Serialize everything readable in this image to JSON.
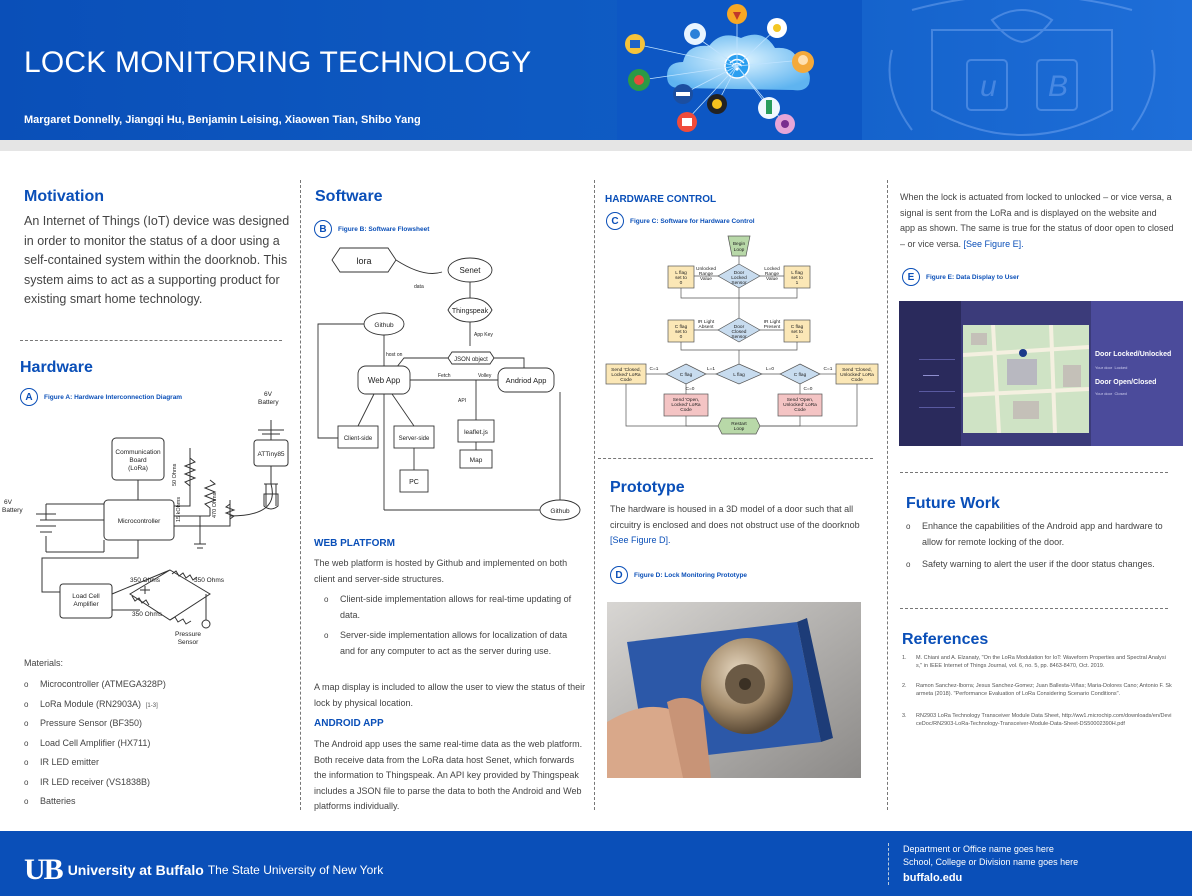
{
  "header": {
    "title": "LOCK MONITORING TECHNOLOGY",
    "authors": "Margaret Donnelly, Jiangqi Hu, Benjamin Leising, Xiaowen Tian, Shibo Yang"
  },
  "motivation": {
    "heading": "Motivation",
    "text": "An Internet of Things (IoT) device was designed in order to monitor the status of a door using a self-contained system within the doorknob. This system aims to act as a supporting product for existing smart home technology."
  },
  "hardware": {
    "heading": "Hardware",
    "fig_letter": "A",
    "fig_caption": "Figure A: Hardware Interconnection Diagram",
    "diagram": {
      "comm_board": "Communication Board (LoRa)",
      "microcontroller": "Microcontroller",
      "battery": "6V Battery",
      "battery_top": "6V Battery",
      "attiny": "ATTiny85",
      "load_cell": "Load Cell Amplifier",
      "ohms_50": "50 Ohms",
      "kohms": "15 kOhms",
      "ohms_470": "470 Ohms",
      "r1": "350 Ohms",
      "r2": "350 Ohms",
      "r3": "350 Ohms",
      "pressure": "Pressure Sensor"
    },
    "materials_label": "Materials:",
    "materials": [
      {
        "text": "Microcontroller (ATMEGA328P)",
        "sup": ""
      },
      {
        "text": "LoRa Module (RN2903A)",
        "sup": "[1-3]"
      },
      {
        "text": "Pressure Sensor (BF350)",
        "sup": ""
      },
      {
        "text": "Load Cell Amplifier (HX711)",
        "sup": ""
      },
      {
        "text": "IR LED emitter",
        "sup": ""
      },
      {
        "text": "IR LED receiver (VS1838B)",
        "sup": ""
      },
      {
        "text": "Batteries",
        "sup": ""
      }
    ]
  },
  "software": {
    "heading": "Software",
    "fig_letter": "B",
    "fig_caption": "Figure B: Software Flowsheet",
    "flow": {
      "lora": "lora",
      "data": "data",
      "senet": "Senet",
      "thingspeak": "Thingspeak",
      "app_key": "App Key",
      "json": "JSON object",
      "github_top": "Github",
      "host_on": "host on",
      "web_app": "Web App",
      "fetch": "Fetch",
      "volley": "Volley",
      "android": "Andriod App",
      "api": "API",
      "leaflet": "leaflet.js",
      "map": "Map",
      "client": "Client-side",
      "server": "Server-side",
      "pc": "PC",
      "github_bottom": "Github"
    },
    "web_heading": "WEB PLATFORM",
    "web_text": "The web platform is hosted by Github and implemented on both client and server-side structures.",
    "web_bullets": [
      "Client-side implementation allows for real-time updating of data.",
      "Server-side implementation allows for localization of data and for any computer to act as the server during use."
    ],
    "web_text2": "A map display is included to allow the user to view the status of their lock by physical location.",
    "android_heading": "ANDROID APP",
    "android_text": "The Android app uses the same real-time data as the web platform. Both receive data from the LoRa data host Senet, which forwards the information to Thingspeak. An API key provided by Thingspeak includes a JSON file to parse the data to both the Android and Web platforms individually."
  },
  "hardware_control": {
    "heading": "HARDWARE CONTROL",
    "fig_letter": "C",
    "fig_caption": "Figure C: Software for Hardware Control",
    "flow": {
      "begin": "Begin Loop",
      "l0": "L flag set to 0",
      "unlocked_range": "Unlocked Range Value",
      "door_locked": "Door Locked Sensor",
      "locked_range": "Locked Range Value",
      "l1": "L flag set to 1",
      "c0": "C flag set to 0",
      "ir_absent": "IR Light Absent",
      "door_closed": "Door Closed Sensor",
      "ir_present": "IR Light Present",
      "c1": "C flag set to 1",
      "send_cl": "Send 'Closed, Locked' LoRa Code",
      "c_eq1a": "C=1",
      "cflag_a": "C flag",
      "l_eq1": "L=1",
      "lflag": "L flag",
      "l_eq0": "L=0",
      "cflag_b": "C flag",
      "c_eq1b": "C=1",
      "send_cu": "Send 'Closed, Unlocked' LoRa Code",
      "c_eq0a": "C=0",
      "c_eq0b": "C=0",
      "send_ol": "Send 'Open, Locked' LoRa Code",
      "send_ou": "Send 'Open, Unlocked' LoRa Code",
      "restart": "Restart Loop"
    }
  },
  "prototype": {
    "heading": "Prototype",
    "text": "The hardware is housed in a 3D model of a door such that all circuitry is enclosed and does not obstruct use of the doorknob",
    "link": "[See Figure D].",
    "fig_letter": "D",
    "fig_caption": "Figure D: Lock Monitoring Prototype"
  },
  "display": {
    "text": "When the lock is actuated from locked to unlocked – or vice versa, a signal is sent from the LoRa and is displayed on the website and app as shown. The same is true for the status of door open to closed – or vice versa.",
    "link": "[See Figure E].",
    "fig_letter": "E",
    "fig_caption": "Figure E: Data Display to User",
    "screen": {
      "lock_title": "Door Locked/Unlocked",
      "lock_key": "Your door",
      "lock_val": "Locked",
      "open_title": "Door Open/Closed",
      "open_key": "Your door",
      "open_val": "Closed"
    }
  },
  "future": {
    "heading": "Future Work",
    "items": [
      "Enhance the capabilities of the Android app and hardware to allow for remote locking of the door.",
      "Safety warning to alert the user if the door status changes."
    ]
  },
  "references": {
    "heading": "References",
    "items": [
      "M. Chiani and A. Elzanaty, \"On the LoRa Modulation for IoT: Waveform Properties and Spectral Analysis,\" in IEEE Internet of Things Journal, vol. 6, no. 5, pp. 8463-8470, Oct. 2019.",
      "Ramon Sanchez-Iborra; Jesus Sanchez-Gomez; Juan Ballesta-Viñas; Maria-Dolores Cano; Antonio F. Skarmeta (2018). \"Performance Evaluation of LoRa Considering Scenario Conditions\".",
      "RN2903 LoRa Technology Transceiver Module Data Sheet, http://ww1.microchip.com/downloads/en/DeviceDoc/RN2903-LoRa-Technology-Transceiver-Module-Data-Sheet-DS50002390H.pdf"
    ]
  },
  "footer": {
    "ub_mark": "UB",
    "university": "University at Buffalo",
    "subtitle": "The State University of New York",
    "dept": "Department or Office name goes here",
    "school": "School, College or Division name goes here",
    "web": "buffalo.edu"
  },
  "colors": {
    "brand_blue": "#0a4fb8",
    "footer_blue": "#0a4fb8",
    "band_gray": "#e5e5e5"
  }
}
